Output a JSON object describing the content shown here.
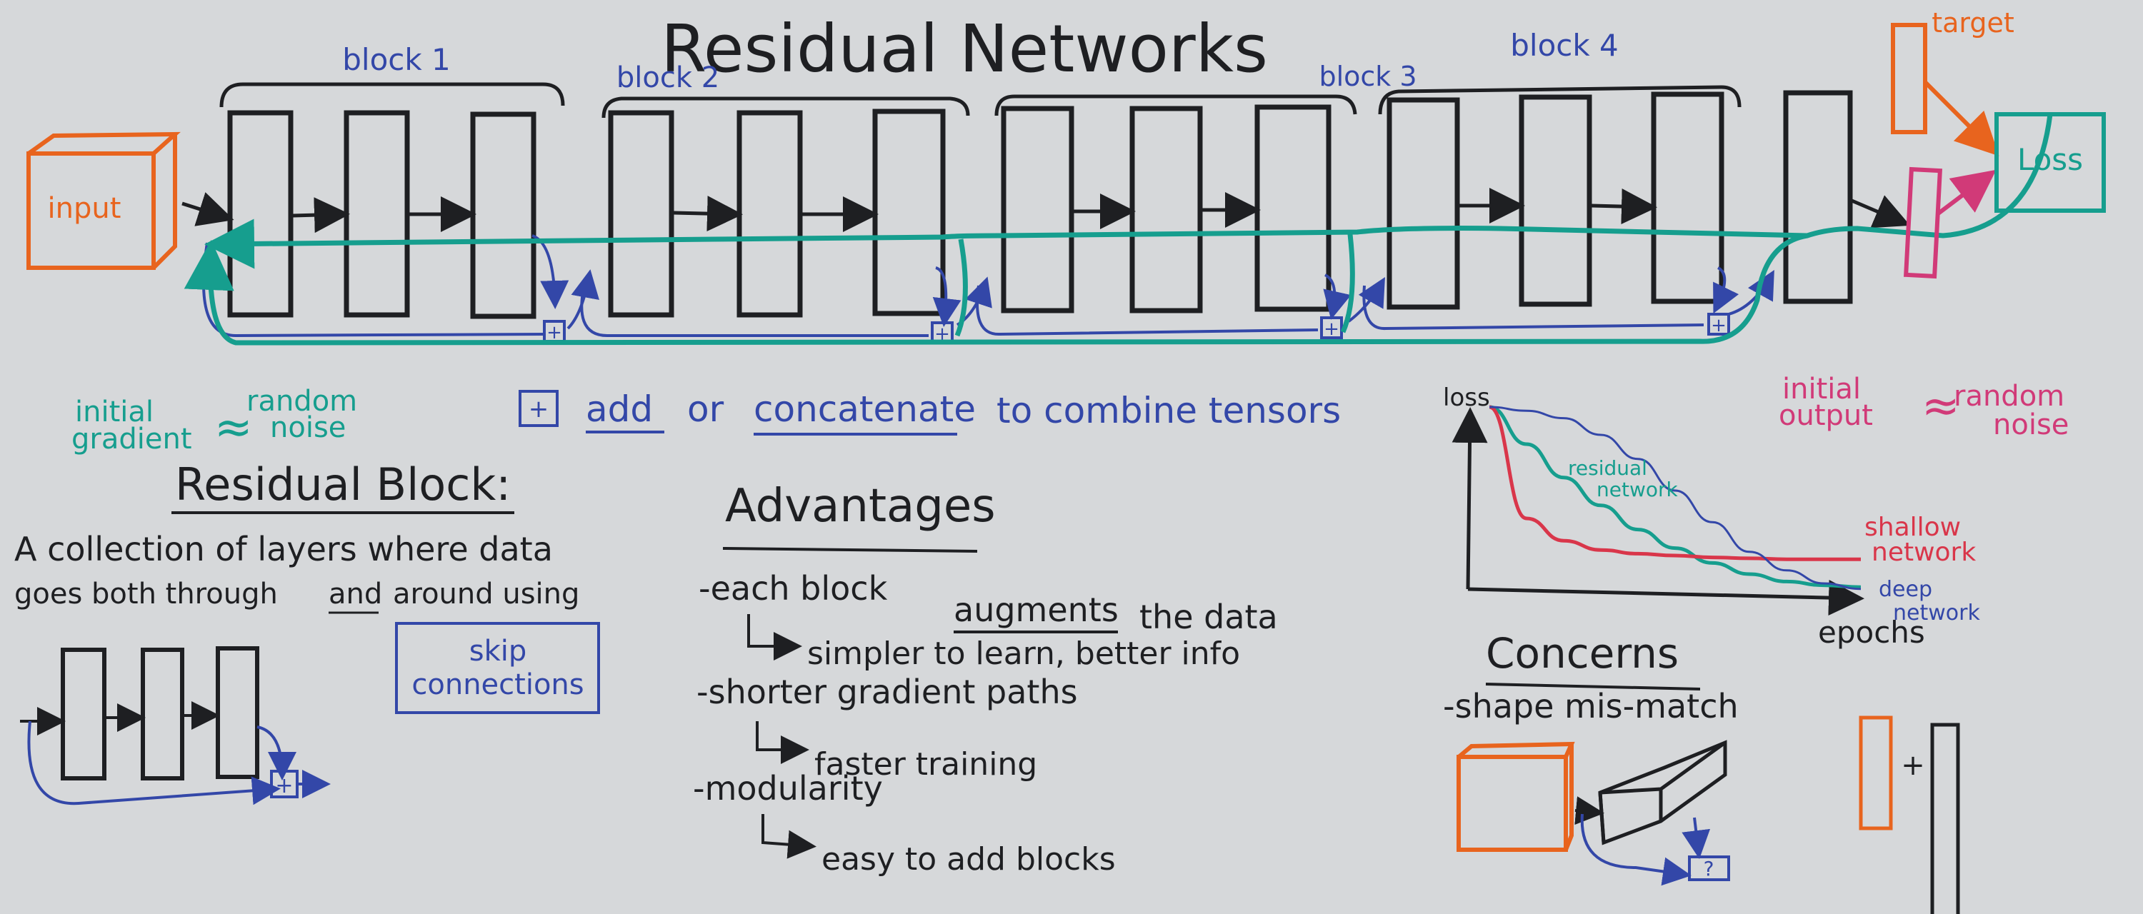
{
  "title": "Residual Networks",
  "blocks": [
    "block 1",
    "block 2",
    "block 3",
    "block 4"
  ],
  "labels": {
    "input": "input",
    "target": "target",
    "loss": "Loss",
    "add_symbol": "+"
  },
  "legend": {
    "initial_gradient_1": "initial",
    "initial_gradient_2": "gradient",
    "random_noise_1": "random",
    "random_noise_2": "noise",
    "approx": "≈",
    "combine_add": "add",
    "combine_or": "or",
    "combine_concat": "concatenate",
    "combine_rest": "to combine tensors",
    "initial_output_1": "initial",
    "initial_output_2": "output",
    "out_random_1": "random",
    "out_random_2": "noise"
  },
  "residual_block": {
    "heading": "Residual Block:",
    "line1": "A collection of layers where data",
    "line2_a": "goes both through",
    "line2_b": "and",
    "line2_c": "around using",
    "skip1": "skip",
    "skip2": "connections"
  },
  "advantages": {
    "heading": "Advantages",
    "item1_a": "-each block",
    "item1_b": "augments",
    "item1_c": "the data",
    "item1_sub": "simpler to learn, better info",
    "item2": "-shorter gradient paths",
    "item2_sub": "faster training",
    "item3": "-modularity",
    "item3_sub": "easy to add blocks"
  },
  "chart_data": {
    "type": "line",
    "ylabel": "loss",
    "xlabel": "epochs",
    "series": [
      {
        "name": "residual network",
        "color": "#169e8e",
        "values": [
          100,
          80,
          62,
          47,
          34,
          24,
          16,
          10,
          6,
          4,
          3
        ]
      },
      {
        "name": "shallow network",
        "color": "#d9364a",
        "values": [
          100,
          40,
          28,
          23,
          21,
          20,
          19,
          18.5,
          18,
          18,
          18
        ]
      },
      {
        "name": "deep network",
        "color": "#3347a8",
        "values": [
          100,
          98,
          94,
          85,
          72,
          55,
          38,
          22,
          12,
          5,
          2
        ]
      }
    ],
    "series_labels": {
      "residual_1": "residual",
      "residual_2": "network",
      "shallow_1": "shallow",
      "shallow_2": "network",
      "deep_1": "deep",
      "deep_2": "network"
    }
  },
  "concerns": {
    "heading": "Concerns",
    "item1": "-shape mis-match",
    "question": "?",
    "plus": "+"
  },
  "colors": {
    "background": "#d6d8da",
    "ink": "#1e1f22",
    "blue": "#3347a8",
    "teal": "#169e8e",
    "orange": "#e8641e",
    "red": "#d9364a",
    "pink": "#d13a78"
  }
}
